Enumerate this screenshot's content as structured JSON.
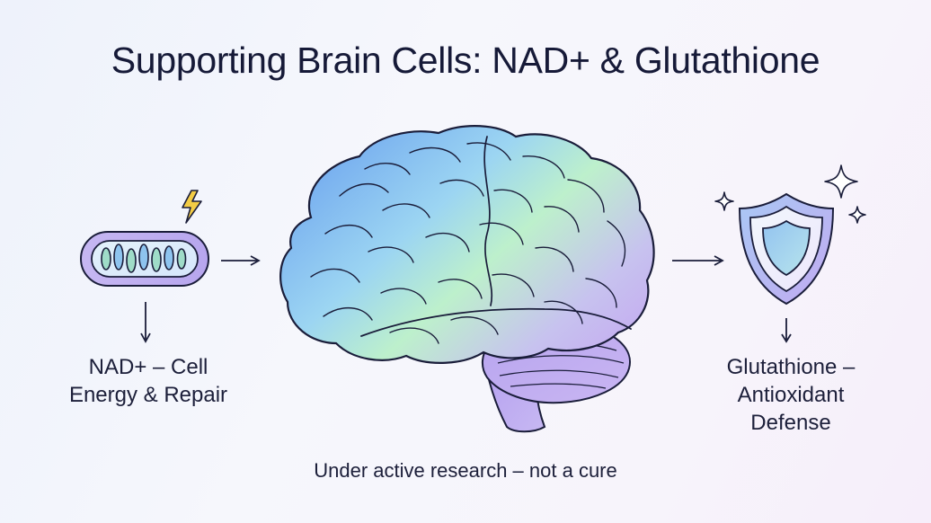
{
  "title": "Supporting Brain Cells: NAD+ & Glutathione",
  "nodes": {
    "nad": {
      "label": "NAD+ – Cell\nEnergy & Repair",
      "icon": "mitochondrion-icon"
    },
    "brain": {
      "icon": "brain-icon"
    },
    "glutathione": {
      "label": "Glutathione –\nAntioxidant\nDefense",
      "icon": "shield-icon"
    }
  },
  "decorations": [
    "lightning-bolt-icon",
    "sparkle-icon"
  ],
  "footnote": "Under active research – not a cure",
  "colors": {
    "ink": "#1a1d3a",
    "blue": "#7fb0f0",
    "green": "#b9efc4",
    "purple": "#c9b3f0",
    "bolt": "#f3cc45"
  }
}
